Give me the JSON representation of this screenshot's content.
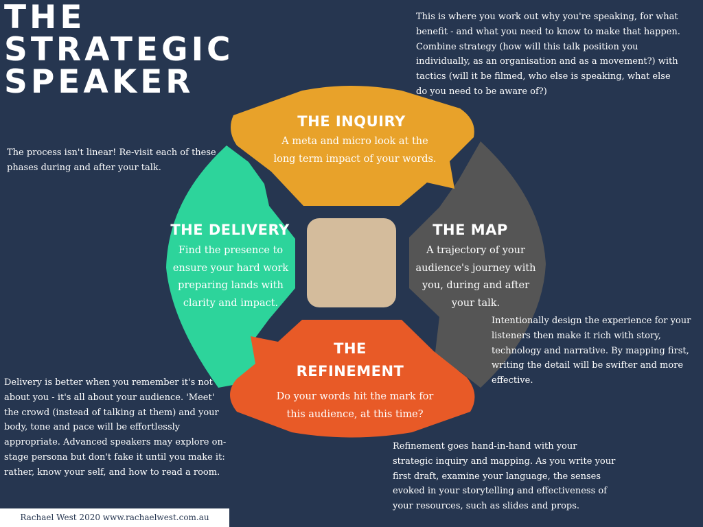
{
  "title": [
    "THE",
    "STRATEGIC",
    "SPEAKER"
  ],
  "colors": {
    "background": "#263650",
    "inquiry": "#E8A22A",
    "map": "#555555",
    "refinement": "#E85A27",
    "delivery": "#2DD49B",
    "center": "#D4BC9C"
  },
  "notes": {
    "inquiry": "This is where you work out why you're speaking, for what benefit - and what you need to know to make that happen. Combine strategy (how will this talk position you individually, as an organisation and as a movement?) with tactics (will it be filmed, who else is speaking, what else do you need to be aware of?)",
    "process": "The process isn't linear! Re-visit each of these phases during and after your talk.",
    "map": "Intentionally design the experience for your listeners then make it rich with story, technology and narrative. By mapping first, writing the detail will be swifter and more effective.",
    "delivery": "Delivery is better when you remember it's not about you - it's all about your audience.  'Meet' the crowd (instead of talking at them) and your body, tone and pace will be effortlessly appropriate. Advanced speakers may explore on-stage persona but don't fake it until you make it: rather, know your self, and how to read a room.",
    "refinement": "Refinement goes hand-in-hand with your strategic inquiry and mapping. As you write your first draft, examine your language, the senses evoked in your storytelling and effectiveness of your resources, such as slides and props."
  },
  "phases": {
    "inquiry": {
      "title": "THE INQUIRY",
      "desc": "A meta and micro look at the long term impact of your words."
    },
    "map": {
      "title": "THE MAP",
      "desc": "A trajectory of your audience's journey with you, during and after your talk."
    },
    "refinement": {
      "title": "THE REFINEMENT",
      "desc": "Do your words hit the mark for this audience, at this time?"
    },
    "delivery": {
      "title": "THE DELIVERY",
      "desc": "Find the presence to ensure your hard work preparing lands with clarity and impact."
    }
  },
  "footer": "Rachael West 2020 www.rachaelwest.com.au"
}
